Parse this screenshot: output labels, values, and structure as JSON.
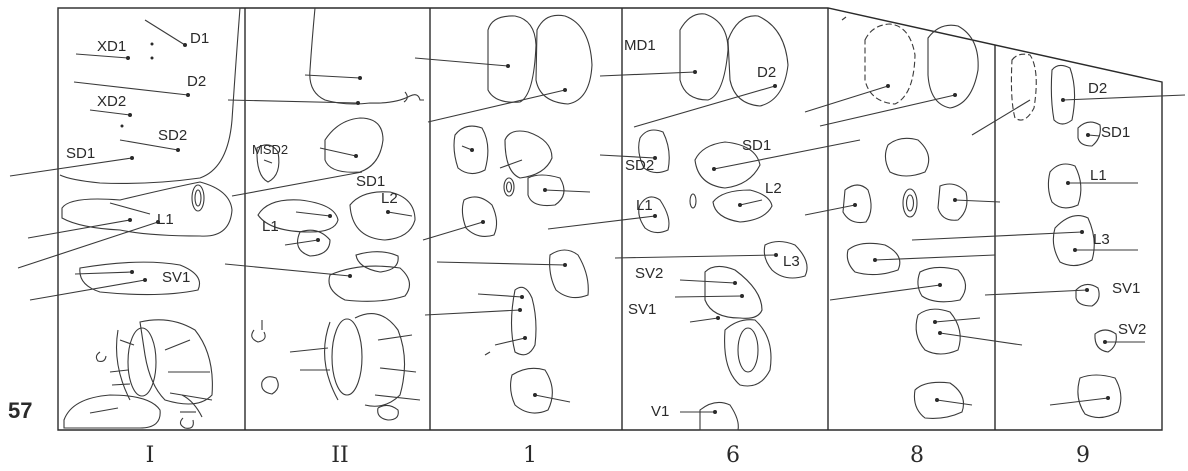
{
  "figure_number": "57",
  "segments": [
    "I",
    "II",
    "1",
    "6",
    "8",
    "9"
  ],
  "labels": {
    "seg_I": [
      "XD1",
      "D1",
      "D2",
      "XD2",
      "SD2",
      "SD1",
      "L1",
      "SV1"
    ],
    "seg_II": [
      "MSD2",
      "SD1",
      "L2",
      "L1"
    ],
    "seg_6": [
      "MD1",
      "D2",
      "SD1",
      "SD2",
      "L2",
      "L1",
      "L3",
      "SV2",
      "SV1",
      "V1"
    ],
    "seg_9": [
      "D2",
      "SD1",
      "L1",
      "L3",
      "SV1",
      "SV2"
    ]
  },
  "colors": {
    "ink": "#2a2a2a",
    "paper": "#ffffff"
  }
}
